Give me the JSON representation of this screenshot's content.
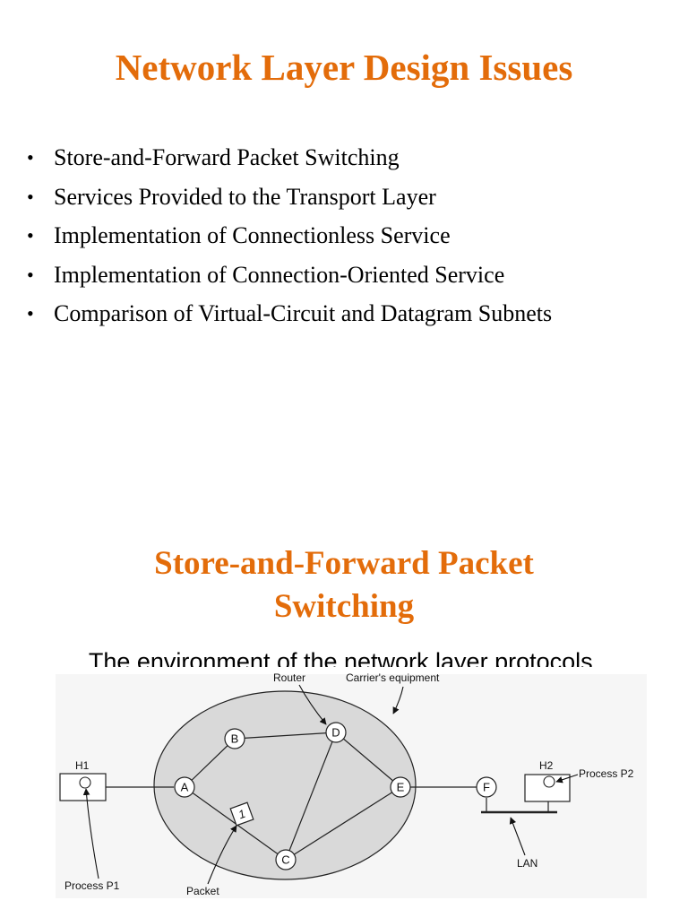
{
  "slide1": {
    "title": "Network Layer Design Issues",
    "bullets": [
      "Store-and-Forward Packet Switching",
      "Services Provided to the Transport Layer",
      "Implementation of Connectionless Service",
      "Implementation of Connection-Oriented Service",
      "Comparison of Virtual-Circuit and Datagram Subnets"
    ]
  },
  "slide2": {
    "title_line1": "Store-and-Forward Packet",
    "title_line2": "Switching",
    "subtitle": "The environment of the network layer protocols.",
    "diagram": {
      "nodes": {
        "A": "A",
        "B": "B",
        "C": "C",
        "D": "D",
        "E": "E",
        "F": "F"
      },
      "hosts": {
        "h1": "H1",
        "h2": "H2"
      },
      "packet": "1",
      "labels": {
        "router": "Router",
        "carrier": "Carrier's equipment",
        "process_p1": "Process P1",
        "process_p2": "Process P2",
        "packet": "Packet",
        "lan": "LAN"
      }
    }
  },
  "colors": {
    "title": "#e36c0a",
    "cloud": "#d9d9d9"
  }
}
